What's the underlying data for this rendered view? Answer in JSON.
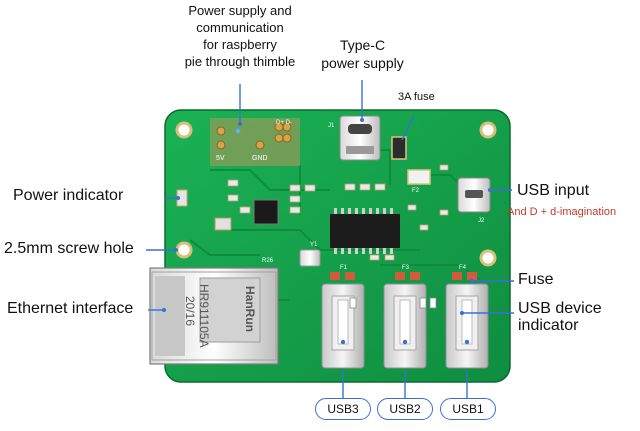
{
  "labels": {
    "thimble": [
      "Power supply and",
      "communication",
      "for raspberry",
      "pie through thimble"
    ],
    "typec": [
      "Type-C",
      "power supply"
    ],
    "fuse3a": "3A fuse",
    "power_indicator": "Power indicator",
    "screw_hole": "2.5mm screw hole",
    "ethernet": "Ethernet interface",
    "usb_input": "USB input",
    "imagination": "And D + d-imagination",
    "fuse": "Fuse",
    "usb_device": [
      "USB device",
      "indicator"
    ]
  },
  "ports": [
    "USB3",
    "USB2",
    "USB1"
  ],
  "board": {
    "silkscreen": {
      "pin5v": "5V",
      "gnd": "GND",
      "dd": "D+ D-",
      "j1": "J1",
      "j2": "J2",
      "f1": "F1",
      "f3": "F3",
      "f4": "F4",
      "f2": "F2",
      "y1": "Y1",
      "r26": "R26"
    },
    "jack_text": [
      "HR911105A",
      "20/16"
    ],
    "jack_brand": "HanRun"
  },
  "colors": {
    "pcb": "#14a04a",
    "pcb_dark": "#0d7a36",
    "leader": "#3a6fd8",
    "accent_red": "#c0392b"
  }
}
